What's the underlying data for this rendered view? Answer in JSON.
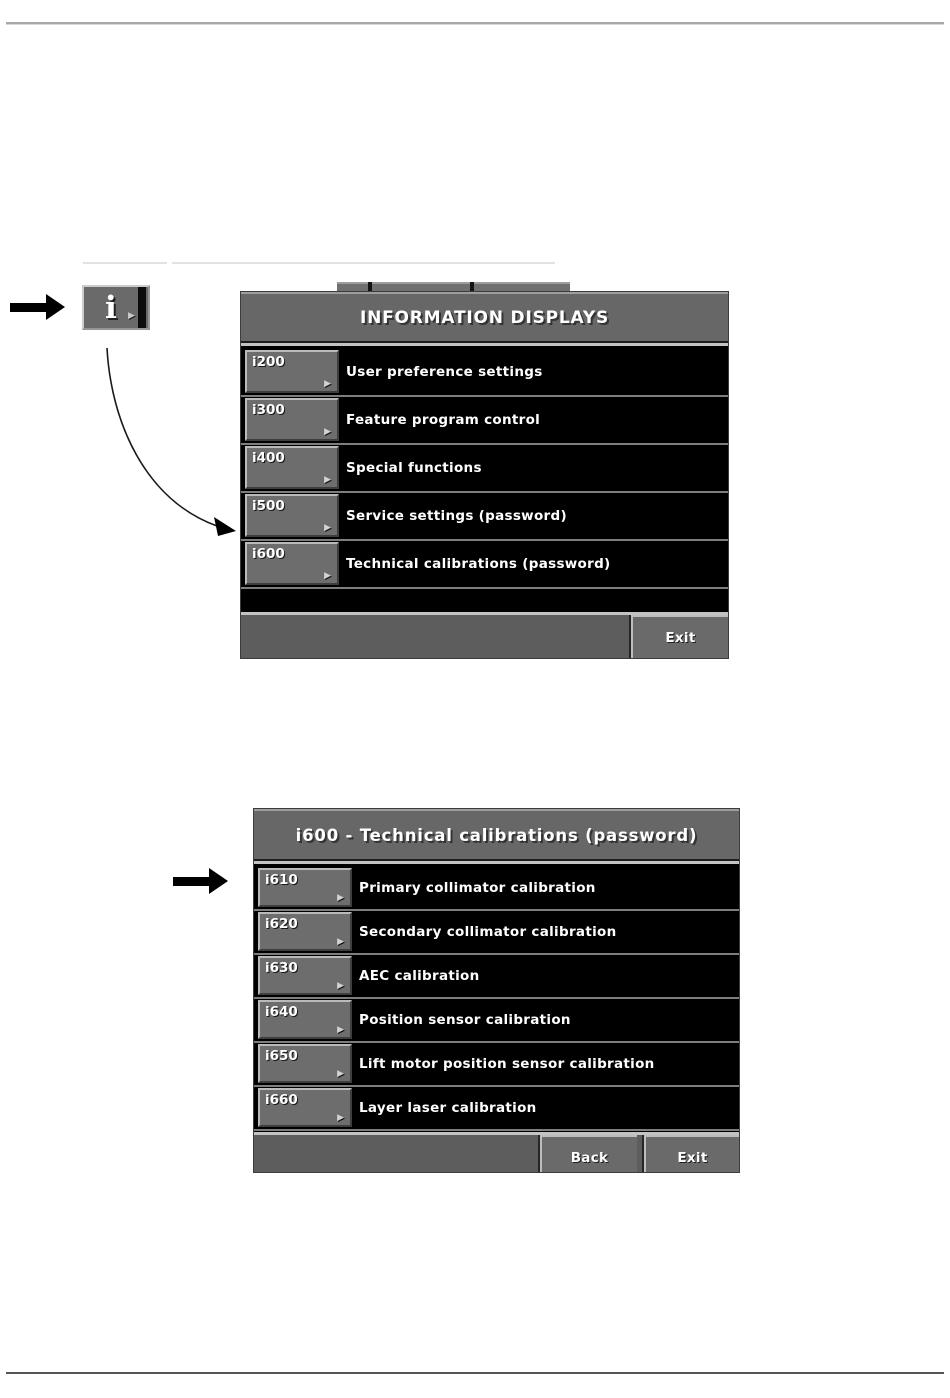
{
  "icons": {
    "triangle_right": "▶"
  },
  "info_button": {
    "glyph": "i"
  },
  "screen1": {
    "title": "INFORMATION DISPLAYS",
    "rows": [
      {
        "id": "i200",
        "label": "User preference settings"
      },
      {
        "id": "i300",
        "label": "Feature program control"
      },
      {
        "id": "i400",
        "label": "Special functions"
      },
      {
        "id": "i500",
        "label": "Service settings (password)"
      },
      {
        "id": "i600",
        "label": "Technical calibrations (password)"
      }
    ],
    "footer": {
      "exit_label": "Exit"
    }
  },
  "screen2": {
    "title": "i600 - Technical calibrations (password)",
    "rows": [
      {
        "id": "i610",
        "label": "Primary collimator calibration"
      },
      {
        "id": "i620",
        "label": "Secondary collimator calibration"
      },
      {
        "id": "i630",
        "label": "AEC calibration"
      },
      {
        "id": "i640",
        "label": "Position sensor calibration"
      },
      {
        "id": "i650",
        "label": "Lift motor position sensor calibration"
      },
      {
        "id": "i660",
        "label": "Layer laser calibration"
      }
    ],
    "footer": {
      "back_label": "Back",
      "exit_label": "Exit"
    }
  },
  "colors": {
    "screen_title_gray": "#676767",
    "button_gray": "#6d6d6d",
    "bottom_bar_gray": "#5d5d5d",
    "content_black": "#000000",
    "highlight_gray": "#bababa",
    "text_white": "#ffffff"
  }
}
